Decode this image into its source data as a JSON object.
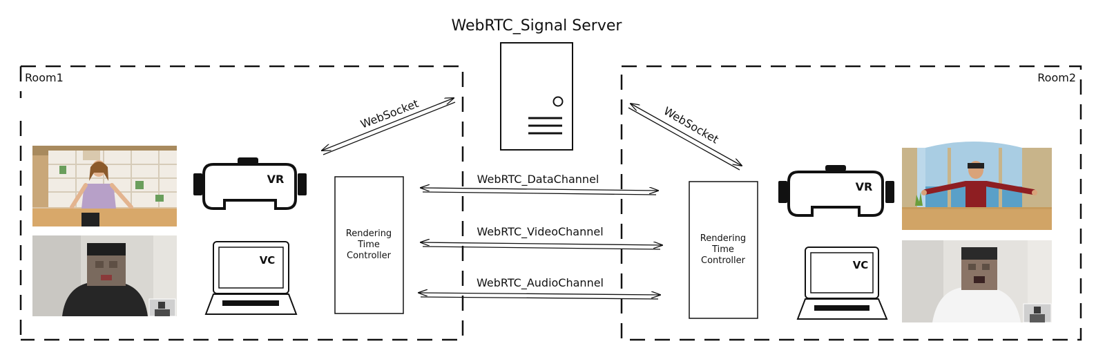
{
  "server": {
    "title": "WebRTC_Signal Server"
  },
  "room1": {
    "label": "Room1",
    "vr_label": "VR",
    "vc_label": "VC",
    "controller": [
      "Rendering",
      "Time",
      "Controller"
    ],
    "websocket_label": "WebSocket"
  },
  "room2": {
    "label": "Room2",
    "vr_label": "VR",
    "vc_label": "VC",
    "controller": [
      "Rendering",
      "Time",
      "Controller"
    ],
    "websocket_label": "WebSocket"
  },
  "channels": {
    "data": "WebRTC_DataChannel",
    "video": "WebRTC_VideoChannel",
    "audio": "WebRTC_AudioChannel"
  },
  "colors": {
    "line": "#111111",
    "wall": "#c9a779",
    "shelf": "#f1ece4",
    "floor": "#d9c3a5",
    "desk": "#d8a86a",
    "sky": "#bcd8ea",
    "sea": "#5aa0c8",
    "camera_bg": "#d9d7d2",
    "shirt_red": "#8e1e22",
    "shirt_white": "#f4f4f4"
  }
}
